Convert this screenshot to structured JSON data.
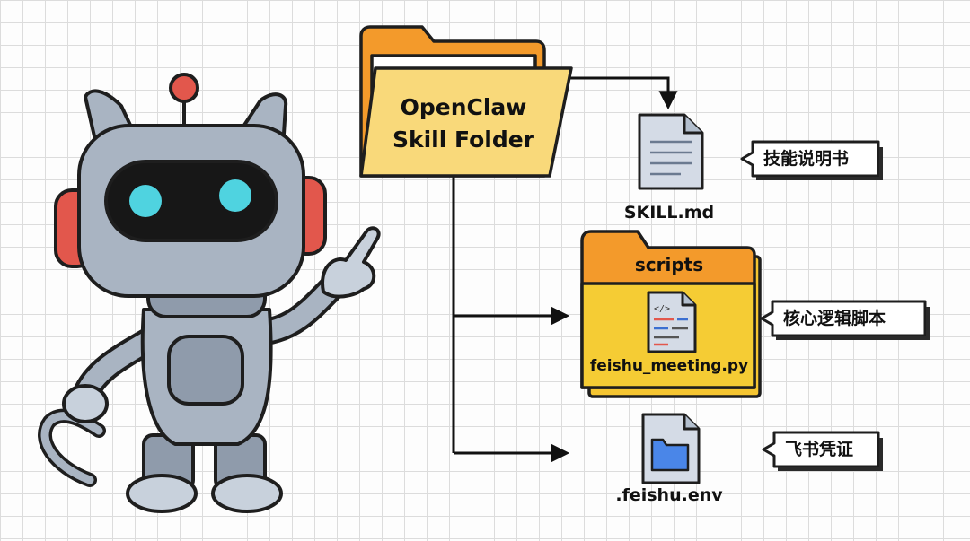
{
  "root_folder": {
    "title_line1": "OpenClaw",
    "title_line2": "Skill Folder"
  },
  "items": [
    {
      "file_name": "SKILL.md",
      "callout": "技能说明书",
      "icon": "document-icon"
    },
    {
      "folder_name": "scripts",
      "file_name": "feishu_meeting.py",
      "callout": "核心逻辑脚本",
      "icon": "code-file-icon"
    },
    {
      "file_name": ".feishu.env",
      "callout": "飞书凭证",
      "icon": "env-file-icon"
    }
  ],
  "colors": {
    "folder_yellow": "#f9d97a",
    "folder_orange": "#f39a2b",
    "scripts_yellow": "#f5cc34",
    "robot_gray": "#a9b4c2",
    "robot_ear_red": "#e2574c",
    "robot_eye_cyan": "#4fd3e0"
  }
}
